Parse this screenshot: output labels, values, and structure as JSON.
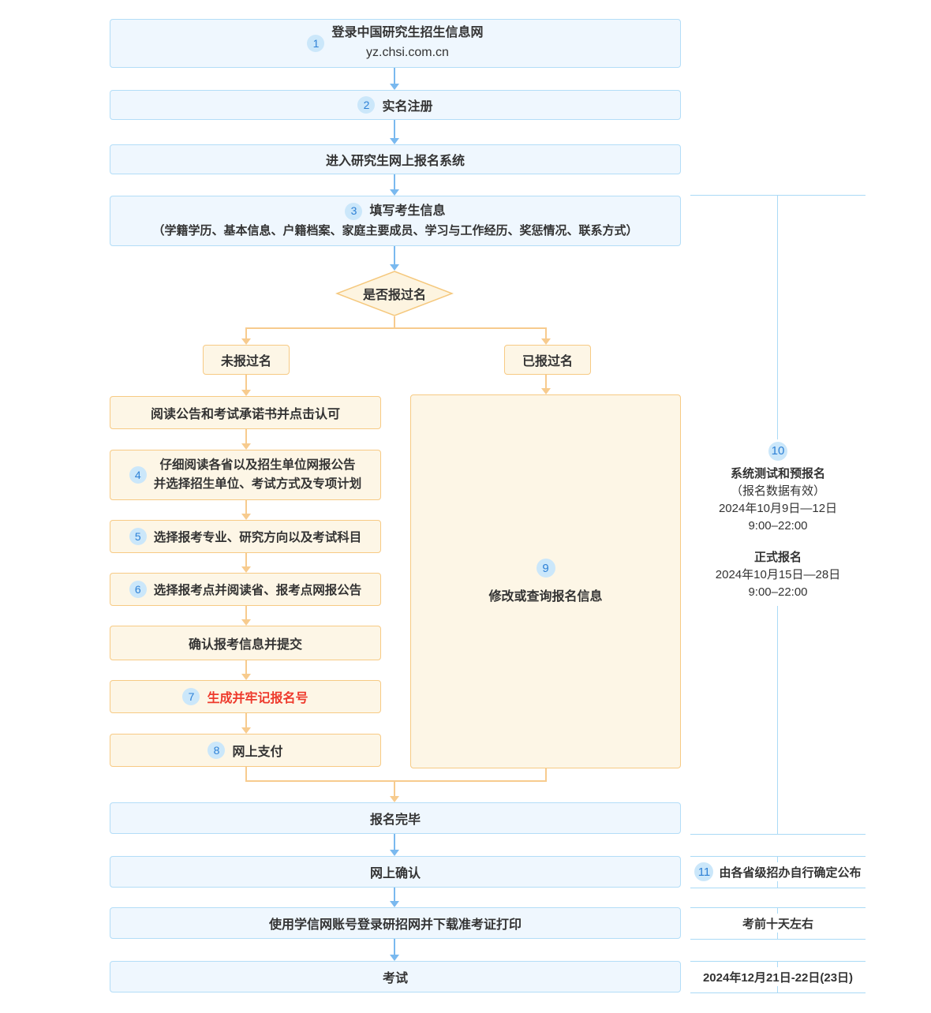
{
  "palette": {
    "blue-fill": "#eff7fe",
    "blue-border": "#b3ddf7",
    "blue-arrow": "#7ab9ef",
    "badge-bg": "#cbe7fa",
    "badge-fg": "#2e81d6",
    "orange-fill": "#fdf6e6",
    "orange-border": "#f7ca84",
    "orange-arrow": "#f7cb8e",
    "diamond-fill": "#fdf4e0",
    "timeline-line": "#aadaf6",
    "ink": "#333333",
    "red": "#ee3a2c"
  },
  "flow": {
    "step1": {
      "badge": "1",
      "line1": "登录中国研究生招生信息网",
      "line2": "yz.chsi.com.cn"
    },
    "step2": {
      "badge": "2",
      "text": "实名注册"
    },
    "enter": {
      "text": "进入研究生网上报名系统"
    },
    "step3": {
      "badge": "3",
      "line1": "填写考生信息",
      "line2": "（学籍学历、基本信息、户籍档案、家庭主要成员、学习与工作经历、奖惩情况、联系方式）"
    },
    "decision": {
      "text": "是否报过名"
    },
    "branch_no": {
      "text": "未报过名"
    },
    "branch_yes": {
      "text": "已报过名"
    },
    "left1": {
      "text": "阅读公告和考试承诺书并点击认可"
    },
    "left2": {
      "badge": "4",
      "line1": "仔细阅读各省以及招生单位网报公告",
      "line2": "并选择招生单位、考试方式及专项计划"
    },
    "left3": {
      "badge": "5",
      "text": "选择报考专业、研究方向以及考试科目"
    },
    "left4": {
      "badge": "6",
      "text": "选择报考点并阅读省、报考点网报公告"
    },
    "left5": {
      "text": "确认报考信息并提交"
    },
    "left6": {
      "badge": "7",
      "text": "生成并牢记报名号"
    },
    "left7": {
      "badge": "8",
      "text": "网上支付"
    },
    "right9": {
      "badge": "9",
      "text": "修改或查询报名信息"
    },
    "done": {
      "text": "报名完毕"
    },
    "confirm": {
      "text": "网上确认"
    },
    "print": {
      "text": "使用学信网账号登录研招网并下载准考证打印"
    },
    "exam": {
      "text": "考试"
    }
  },
  "timeline": {
    "period": {
      "badge": "10",
      "title1": "系统测试和预报名",
      "note1": "（报名数据有效）",
      "date1": "2024年10月9日—12日",
      "time1": "9:00–22:00",
      "title2": "正式报名",
      "date2": "2024年10月15日—28日",
      "time2": "9:00–22:00"
    },
    "announce": {
      "badge": "11",
      "text": "由各省级招办自行确定公布"
    },
    "ticket": {
      "text": "考前十天左右"
    },
    "exam_date": {
      "text": "2024年12月21日-22日(23日)"
    }
  }
}
